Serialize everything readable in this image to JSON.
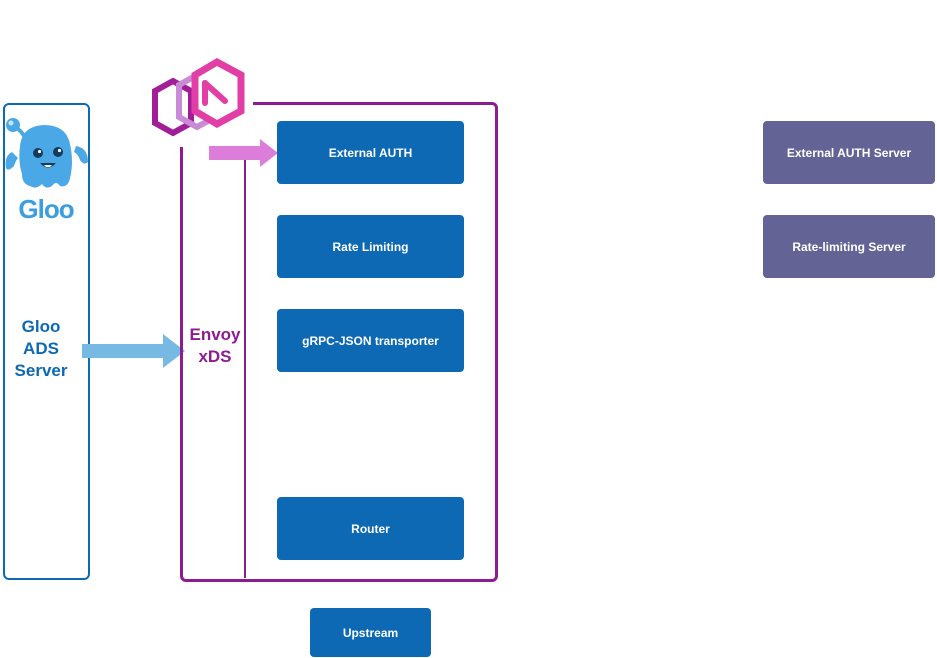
{
  "gloo": {
    "wordmark": "Gloo",
    "server_label": "Gloo ADS Server"
  },
  "envoy": {
    "label": "Envoy xDS",
    "filters": [
      {
        "label": "External AUTH"
      },
      {
        "label": "Rate Limiting"
      },
      {
        "label": "gRPC-JSON transporter"
      },
      {
        "label": "Router"
      }
    ]
  },
  "upstream": {
    "label": "Upstream"
  },
  "external_servers": [
    {
      "label": "External AUTH Server"
    },
    {
      "label": "Rate-limiting Server"
    }
  ],
  "colors": {
    "gloo_blue": "#0d69b3",
    "gloo_light_blue": "#3a9ee0",
    "arrow_blue": "#76b9e3",
    "envoy_purple": "#8d1c91",
    "envoy_magenta": "#e13fa6",
    "arrow_pink": "#dc7ed9",
    "server_purple": "#646396"
  },
  "icons": [
    "gloo-mascot-icon",
    "envoy-logo-icon",
    "arrow-right-icon"
  ]
}
